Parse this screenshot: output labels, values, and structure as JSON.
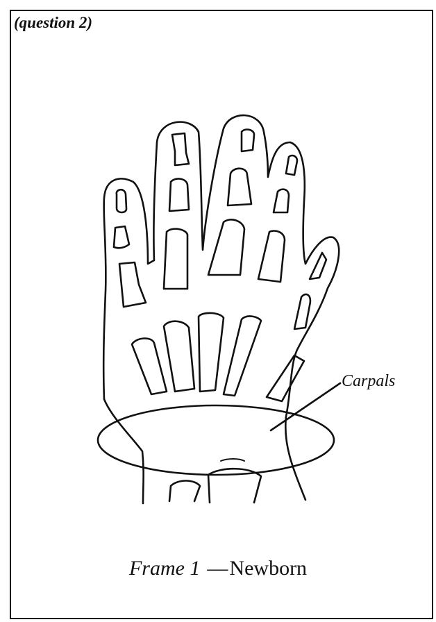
{
  "header": {
    "question_label": "(question 2)"
  },
  "diagram": {
    "callout_label": "Carpals"
  },
  "caption": {
    "frame_label": "Frame 1",
    "separator": "—",
    "subject": "Newborn"
  }
}
